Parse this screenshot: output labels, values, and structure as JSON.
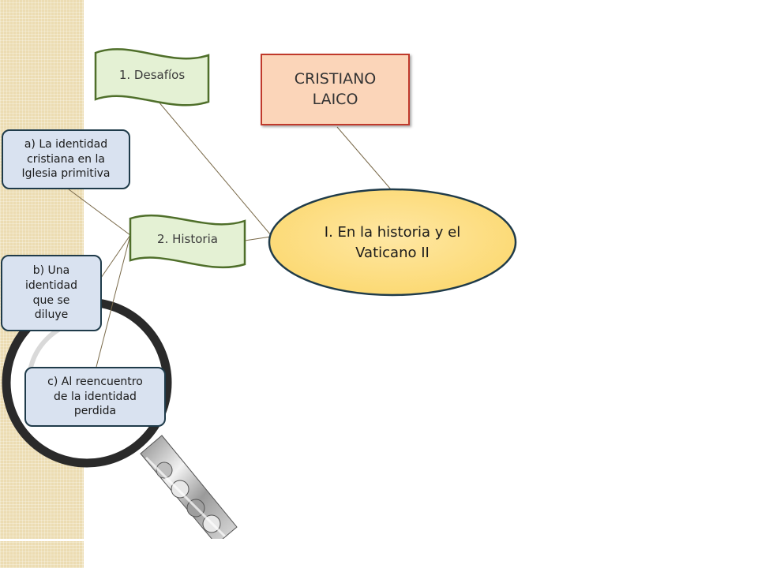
{
  "diagram": {
    "root": "CRISTIANO\nLAICO",
    "central": "I. En la historia y el\nVaticano II",
    "flag_desafios": "1. Desafíos",
    "flag_historia": "2. Historia",
    "box_a": "a) La identidad\ncristiana en la\nIglesia primitiva",
    "box_b": "b) Una\nidentidad\nque se\ndiluye",
    "box_c": "c) Al reencuentro\nde la identidad\nperdida"
  },
  "colors": {
    "flag_fill": "#e4f1d4",
    "flag_border": "#4f6f2a",
    "root_fill": "#fbd5b9",
    "root_border": "#c0392b",
    "ellipse_fill": "#fde08a",
    "ellipse_border": "#1f3b4a",
    "box_fill": "#d9e2f0",
    "box_border": "#1f3b4a",
    "connector": "#7a6a4a"
  },
  "decorations": [
    "magnifying-glass-icon"
  ]
}
